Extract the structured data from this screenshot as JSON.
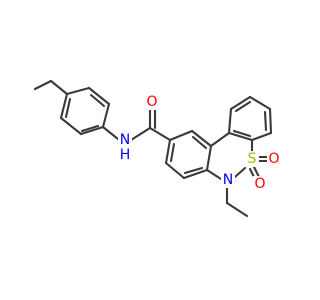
{
  "molecule": {
    "atoms": {
      "O_amide": {
        "text": "O",
        "color": "#ff0000"
      },
      "N_amide": {
        "text": "N",
        "color": "#0000ff"
      },
      "H_amide": {
        "text": "H",
        "color": "#0000ff"
      },
      "S": {
        "text": "S",
        "color": "#b2b200"
      },
      "O_s1": {
        "text": "O",
        "color": "#ff0000"
      },
      "O_s2": {
        "text": "O",
        "color": "#ff0000"
      },
      "N_ring": {
        "text": "N",
        "color": "#0000ff"
      }
    },
    "bond_color": "#3a3a3a"
  }
}
